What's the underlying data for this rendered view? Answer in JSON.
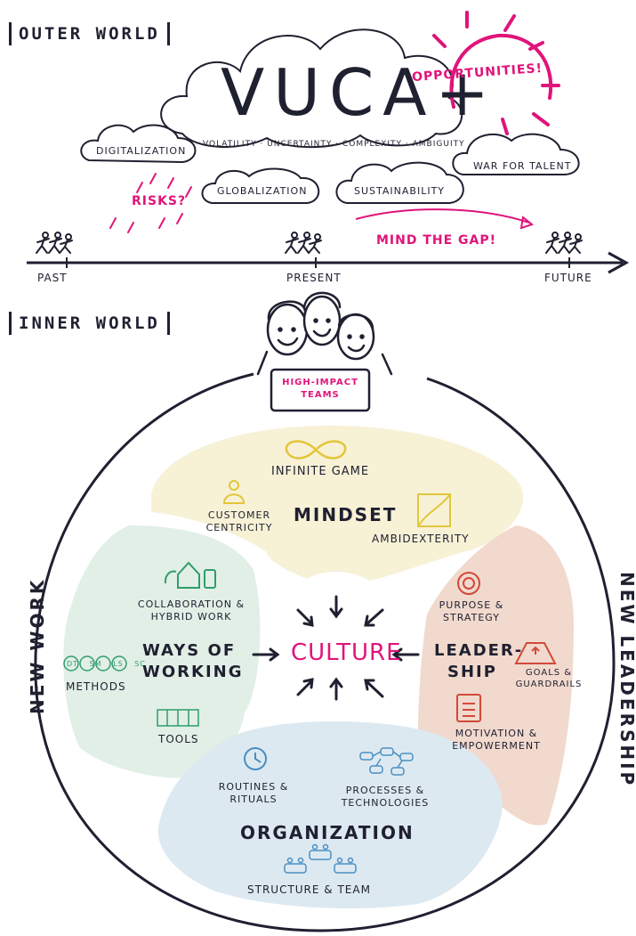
{
  "outer": {
    "title": "OUTER WORLD",
    "vuca": "VUCA+",
    "opportunities": "OPPORTUNITIES!",
    "vuca_expansion": "VOLATILITY · UNCERTAINTY · COMPLEXITY · AMBIGUITY",
    "clouds": [
      "DIGITALIZATION",
      "GLOBALIZATION",
      "SUSTAINABILITY",
      "WAR FOR TALENT"
    ],
    "risks": "RISKS?",
    "mind_gap": "MIND THE GAP!",
    "timeline": [
      "PAST",
      "PRESENT",
      "FUTURE"
    ]
  },
  "inner": {
    "title": "INNER WORLD",
    "teams": "HIGH-IMPACT TEAMS",
    "ring_left": "NEW WORK",
    "ring_right": "NEW LEADERSHIP",
    "center": "CULTURE",
    "mindset": {
      "title": "MINDSET",
      "items": [
        "INFINITE GAME",
        "CUSTOMER CENTRICITY",
        "AMBIDEXTERITY"
      ]
    },
    "ways": {
      "title_l1": "WAYS OF",
      "title_l2": "WORKING",
      "items": [
        "COLLABORATION & HYBRID WORK",
        "METHODS",
        "TOOLS"
      ],
      "method_badges": [
        "DT",
        "SM",
        "LS",
        "SC"
      ]
    },
    "leadership": {
      "title_l1": "LEADER-",
      "title_l2": "SHIP",
      "items": [
        "PURPOSE & STRATEGY",
        "GOALS & GUARDRAILS",
        "MOTIVATION & EMPOWERMENT"
      ]
    },
    "organization": {
      "title": "ORGANIZATION",
      "items": [
        "ROUTINES & RITUALS",
        "PROCESSES & TECHNOLOGIES",
        "STRUCTURE & TEAM"
      ]
    }
  },
  "colors": {
    "ink": "#1f2030",
    "accent": "#e0147a",
    "mindset_bg": "#f7f1d6",
    "ways_bg": "#e1efe6",
    "leadership_bg": "#f1d9cd",
    "org_bg": "#dde9f1",
    "icon_yellow": "#e3c63a",
    "icon_green": "#2f9e6a",
    "icon_red": "#d2493a",
    "icon_blue": "#4a8fc1"
  }
}
